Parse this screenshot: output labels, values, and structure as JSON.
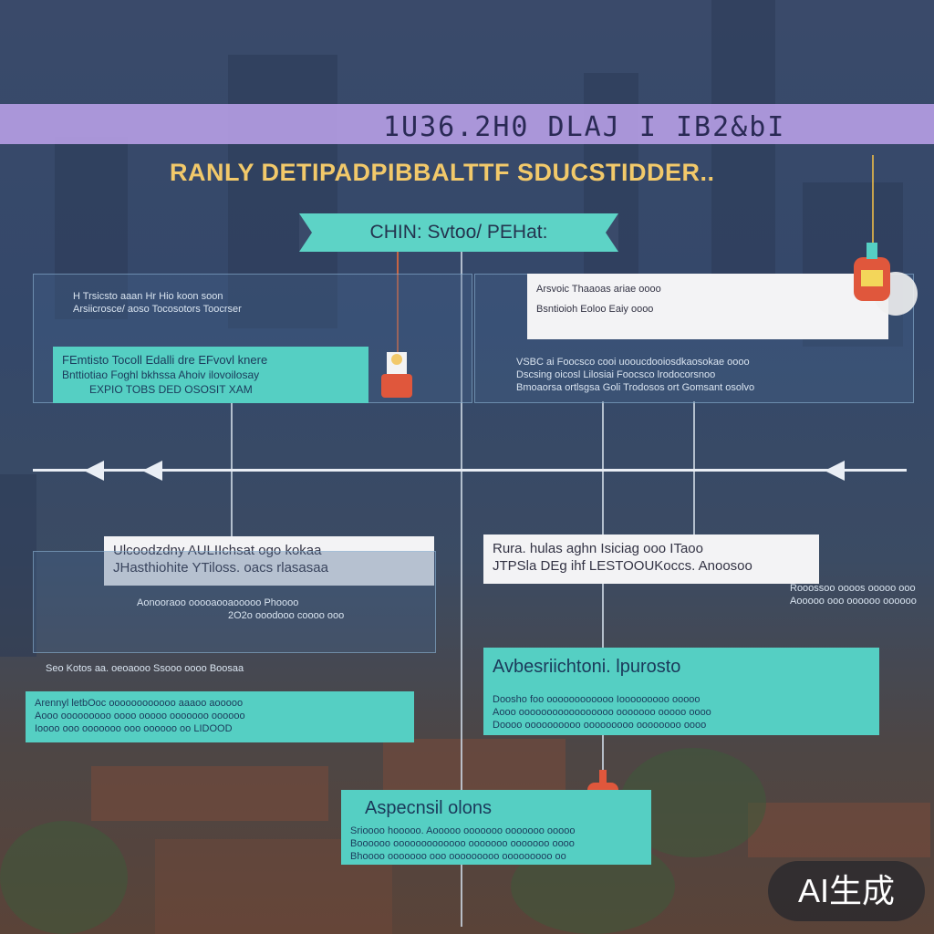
{
  "banner": "1U36.2H0  DLAJ  I  IB2&bI",
  "subtitle": "RANLY DETIPADPIBBALTTF SDUCSTIDDER..",
  "header_label": "CHIN: Svtoo/ PEHat:",
  "boxes": {
    "top_left": {
      "line1": "H  Trsicsto aaan  Hr  Hio  koon  soon",
      "line2": "Arsiicrosce/ aoso  Tocosotors  Toocrser"
    },
    "mid_left": {
      "line1": "FEmtisto Tocoll Edalli  dre EFvovl   knere",
      "line2": "Bnttiotiao Foghl bkhssa  Ahoiv  ilovoilosay",
      "line3": "EXPIO   TOBS  DED  OSOSIT  XAM"
    },
    "top_right": {
      "line1": "Arsvoic  Thaaoas  ariae  oooo",
      "line2": "Bsntioioh  Eoloo  Eaiy  oooo"
    },
    "mid_right": {
      "line1": "VSBC  ai Foocsco cooi  uooucdooiosdkaosokae  oooo",
      "line2": "Dscsing  oicosl Lilosiai Foocsco  lrodocorsnoo",
      "line3": "Bmoaorsa  ortlsgsa  Goli  Trodosos  ort  Gomsant  osolvo"
    },
    "center_left": {
      "line1": "Ulcoodzdny   AULIIchsat  ogo  kokaa",
      "line2": "JHasthiohite    YTiloss.  oacs  rlasasaa"
    },
    "center_right": {
      "line1": "Rura.  hulas  aghn  Isiciag  ooo  ITaoo",
      "line2": "JTPSla  DEg  ihf  LESTOOUKoccs.  Anoosoo"
    },
    "left_lower": {
      "line1": "Aonooraoo  ooooaooaooooo  Phoooo",
      "line2": "2O2o  ooodooo  coooo  ooo"
    },
    "left_bottom_text": "Seo  Kotos  aa.  oeoaooo  Ssooo  oooo  Boosaa",
    "left_bottom_box": {
      "line1": "Arennyl  letbOoc  oooooooooooo   aaaoo  aooooo",
      "line2": "Aooo  ooooooooo  oooo  ooooo  ooooooo  oooooo",
      "line3": "Ioooo  ooo  ooooooo  ooo  oooooo  oo  LIDOOD"
    },
    "right_lower": {
      "title": "Avbesriichtoni. lpurosto",
      "line1": "Doosho  foo  oooooooooooo  Iooooooooo  ooooo",
      "line2": "Aooo  ooooooooooooooooo  ooooooo  ooooo  oooo",
      "line3": "Doooo  oooooooooo  ooooooooo  oooooooo  oooo"
    },
    "right_side_text": {
      "line1": "Rooossoo  oooos  ooooo  ooo  ooooo",
      "line2": "Aooooo  ooo  oooooo  oooooo  ooooo"
    },
    "bottom": {
      "title": "Aspecnsil olons",
      "line1": "Srioooo  hooooo.  Aooooo  ooooooo  ooooooo  ooooo",
      "line2": "Boooooo  ooooooooooooo  ooooooo  ooooooo  oooo",
      "line3": "Bhoooo  ooooooo  ooo  ooooooooo  ooooooooo  oo"
    }
  },
  "badge": "AI生成",
  "colors": {
    "banner": "#b79ee6",
    "teal": "#55cfc3",
    "title_gold": "#f2c96a",
    "accent_red": "#e0573c"
  }
}
